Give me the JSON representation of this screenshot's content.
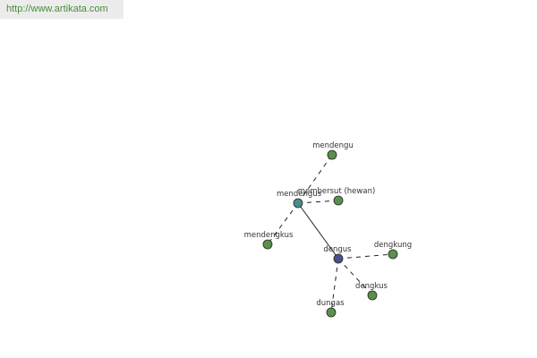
{
  "header": {
    "site_url": "http://www.artikata.com"
  },
  "colors": {
    "accent_url": "#4a8c3a",
    "node_default": "#5b8f4e",
    "node_parent": "#4a8b8c",
    "node_root": "#4a4f8e",
    "edge": "#222222"
  },
  "graph": {
    "nodes": [
      {
        "id": "dengus",
        "label": "dengus",
        "kind": "root"
      },
      {
        "id": "mendengus",
        "label": "mendengus",
        "kind": "parent"
      },
      {
        "id": "mendengu",
        "label": "mendengu",
        "kind": "leaf"
      },
      {
        "id": "membersut",
        "label": "membersut (hewan)",
        "kind": "leaf"
      },
      {
        "id": "mendengkus",
        "label": "mendengkus",
        "kind": "leaf"
      },
      {
        "id": "dengkung",
        "label": "dengkung",
        "kind": "leaf"
      },
      {
        "id": "dengkus",
        "label": "dengkus",
        "kind": "leaf"
      },
      {
        "id": "dungas",
        "label": "dungas",
        "kind": "leaf"
      }
    ],
    "edges": [
      {
        "from": "dengus",
        "to": "mendengus",
        "style": "solid"
      },
      {
        "from": "mendengus",
        "to": "mendengu",
        "style": "dashed"
      },
      {
        "from": "mendengus",
        "to": "membersut",
        "style": "dashed"
      },
      {
        "from": "mendengus",
        "to": "mendengkus",
        "style": "dashed"
      },
      {
        "from": "dengus",
        "to": "dengkung",
        "style": "dashed"
      },
      {
        "from": "dengus",
        "to": "dengkus",
        "style": "dashed"
      },
      {
        "from": "dengus",
        "to": "dungas",
        "style": "dashed"
      }
    ]
  }
}
